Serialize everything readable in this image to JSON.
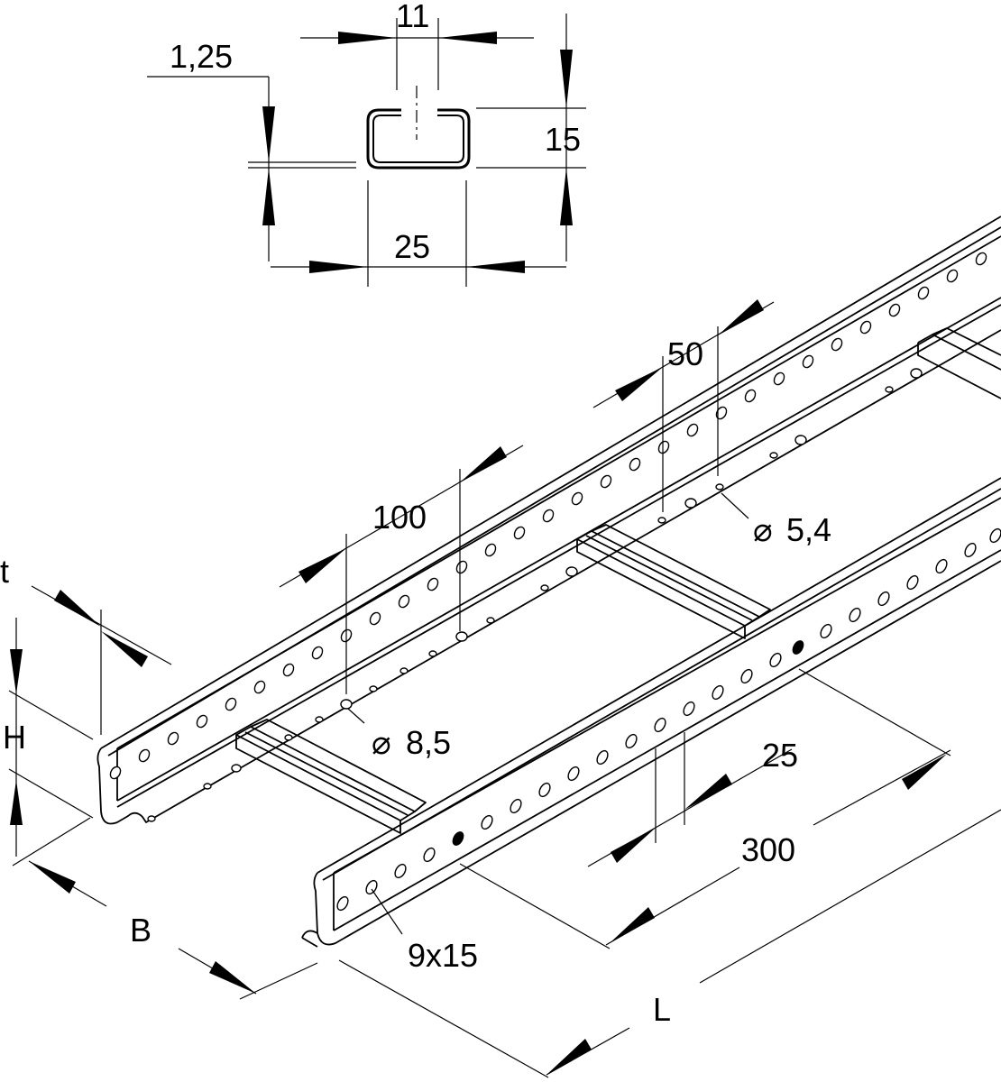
{
  "labels": {
    "profile_width_inner": "11",
    "profile_thickness": "1,25",
    "profile_height": "15",
    "profile_width": "25",
    "hole_pitch_small": "50",
    "hole_pitch_large": "100",
    "hole_diameter_small": "5,4",
    "hole_diameter_large": "8,5",
    "sheet_thickness": "t",
    "height": "H",
    "rung_width": "25",
    "rung_pitch": "300",
    "width": "B",
    "slot_size": "9x15",
    "length": "L"
  },
  "symbols": {
    "diameter": "⌀"
  },
  "colors": {
    "line": "#000000",
    "background": "#ffffff"
  }
}
